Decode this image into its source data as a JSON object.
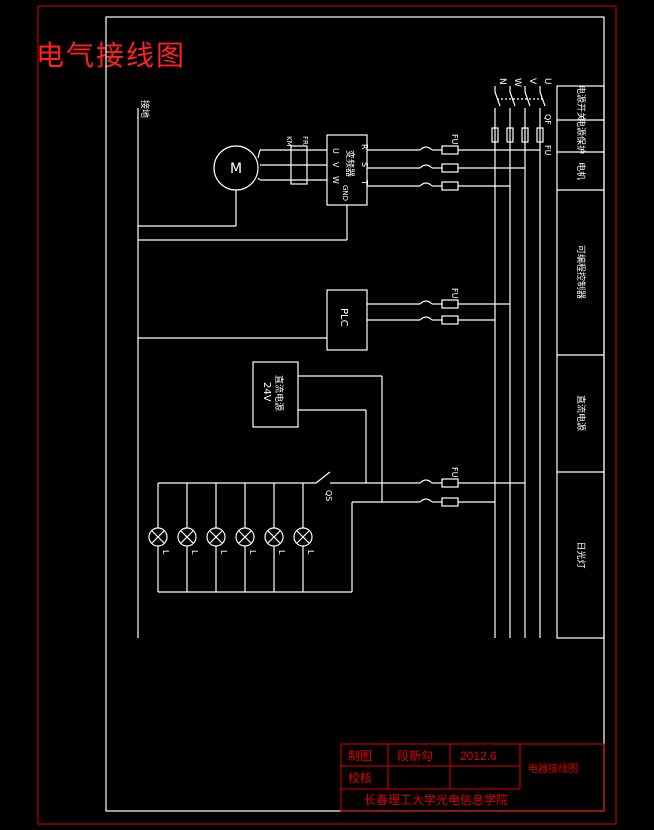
{
  "title": "电气接线图",
  "phases": [
    "N",
    "W",
    "V",
    "U"
  ],
  "labels": {
    "ground": "接地",
    "inverter": "变频器",
    "inverter_terms_top": [
      "R",
      "S",
      "T"
    ],
    "inverter_terms_bottom": [
      "U",
      "V",
      "W"
    ],
    "inverter_gnd": "GND",
    "motor": "M",
    "fr": "FR",
    "km": "KM",
    "qf": "QF",
    "fu": "FU",
    "plc": "PLC",
    "psu": "直流电源",
    "psu_volt": "24V",
    "qs": "QS",
    "lamp": "L"
  },
  "side_panel": [
    "电源开关",
    "电源保护",
    "电机",
    "可编程控制器",
    "直流电源",
    "日光灯"
  ],
  "title_block": {
    "drawn_label": "制图",
    "drawn_by": "段斯勾",
    "date": "2012.6",
    "checked_label": "校核",
    "drawing_name": "电器接线图",
    "school": "长春理工大学光电信息学院"
  },
  "colors": {
    "line": "#ffffff",
    "red": "#e00000",
    "bg": "#000000"
  }
}
